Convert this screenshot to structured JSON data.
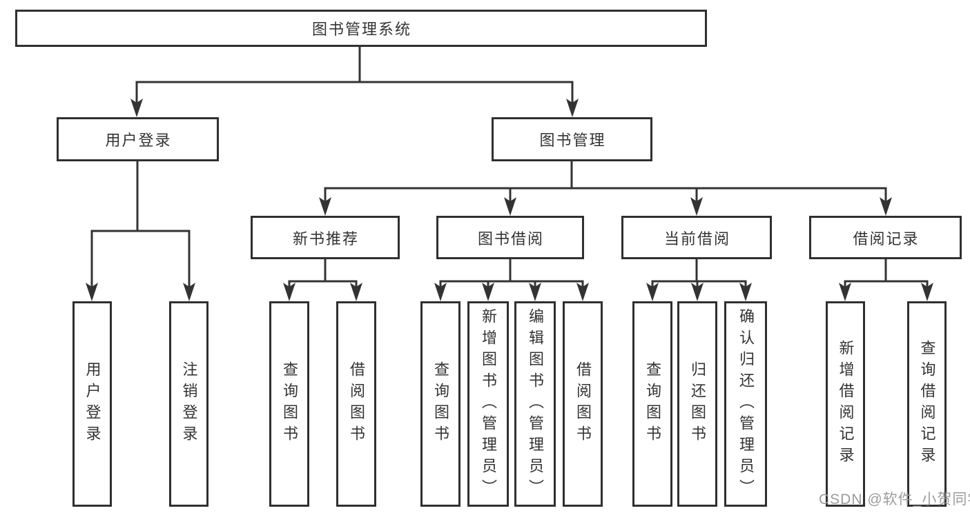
{
  "tree": {
    "label": "图书管理系统",
    "children": [
      {
        "label": "用户登录",
        "children": [
          {
            "label": "用户登录"
          },
          {
            "label": "注销登录"
          }
        ]
      },
      {
        "label": "图书管理",
        "children": [
          {
            "label": "新书推荐",
            "children": [
              {
                "label": "查询图书"
              },
              {
                "label": "借阅图书"
              }
            ]
          },
          {
            "label": "图书借阅",
            "children": [
              {
                "label": "查询图书"
              },
              {
                "label": "新增图书（管理员）"
              },
              {
                "label": "编辑图书（管理员）"
              },
              {
                "label": "借阅图书"
              }
            ]
          },
          {
            "label": "当前借阅",
            "children": [
              {
                "label": "查询图书"
              },
              {
                "label": "归还图书"
              },
              {
                "label": "确认归还（管理员）"
              }
            ]
          },
          {
            "label": "借阅记录",
            "children": [
              {
                "label": "新增借阅记录"
              },
              {
                "label": "查询借阅记录"
              }
            ]
          }
        ]
      }
    ]
  },
  "watermark": "CSDN @软件_小贺同学",
  "colors": {
    "line": "#333333",
    "box_border": "#2f2f2f",
    "text": "#333333",
    "watermark": "#9b9b9b",
    "background": "#ffffff"
  }
}
